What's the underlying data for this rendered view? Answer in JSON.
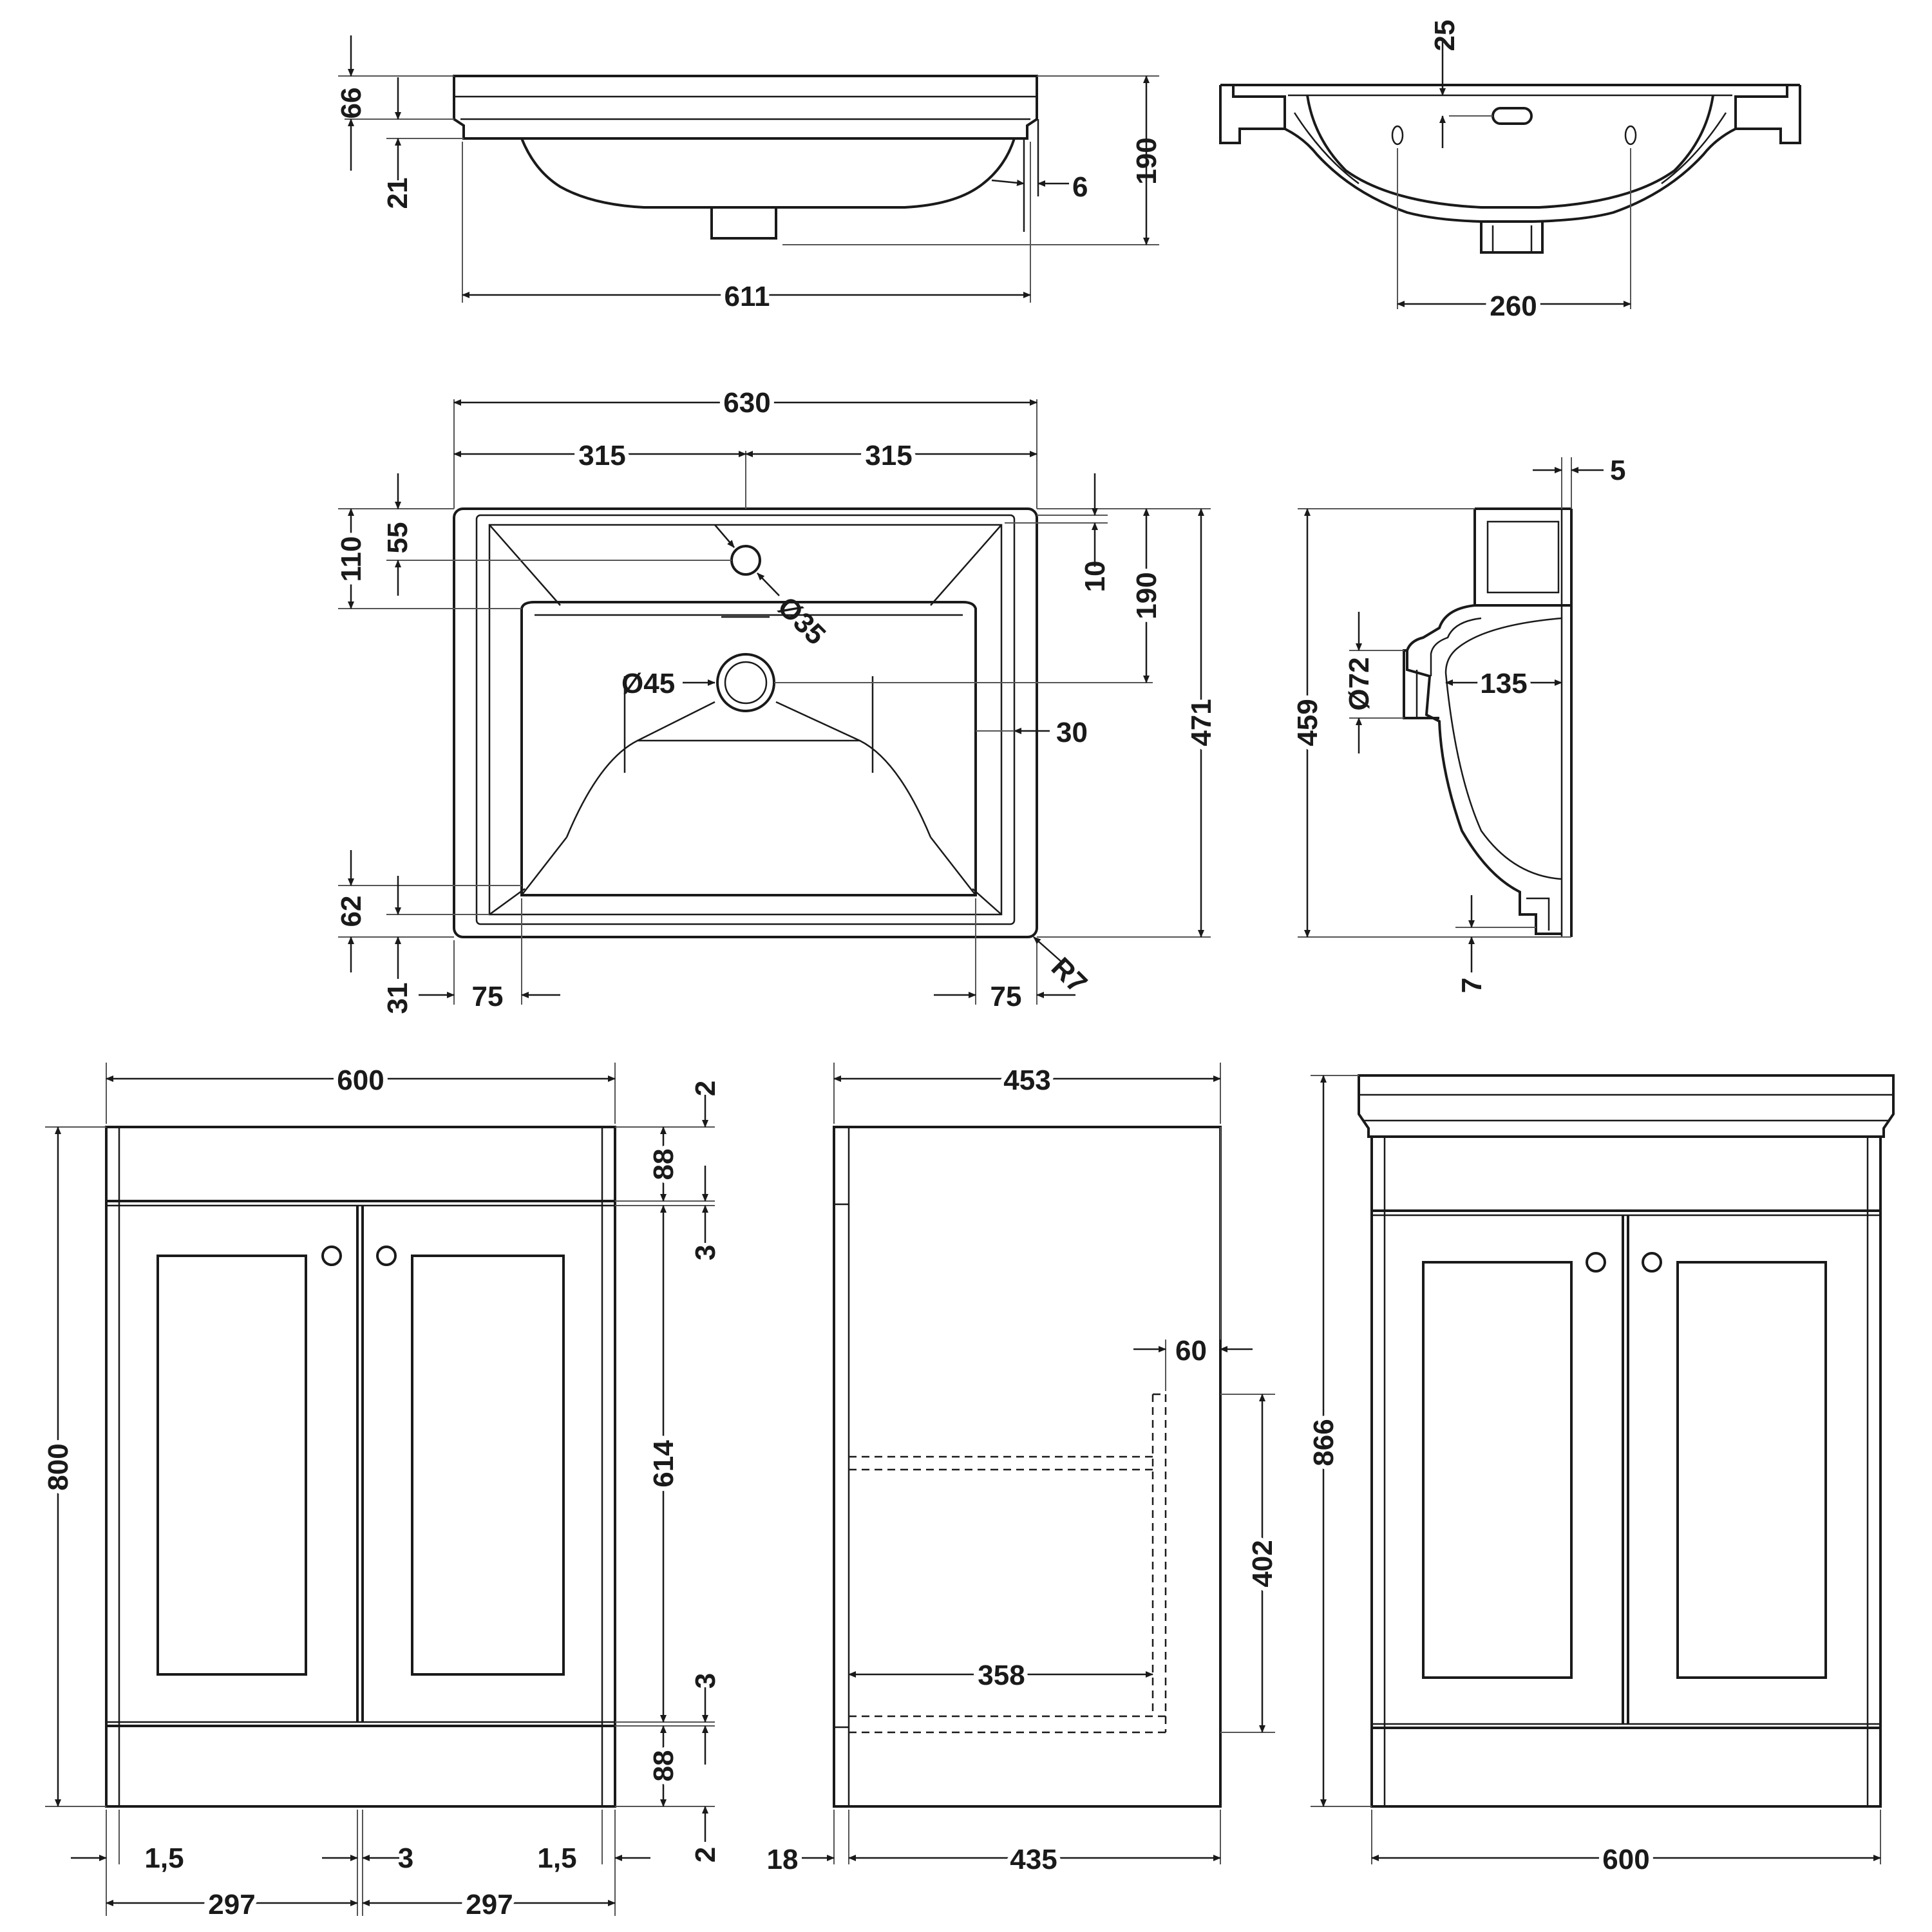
{
  "dimensions": {
    "basin_side": {
      "overflow_height": "66",
      "ledge": "21",
      "depth": "190",
      "rim": "6",
      "width": "611"
    },
    "basin_section": {
      "overflow_offset": "25",
      "tap_spacing": "260"
    },
    "basin_top": {
      "width": "630",
      "half_left": "315",
      "half_right": "315",
      "tap_hole_offset": "55",
      "bowl_offset": "110",
      "rim_offset": "10",
      "waste_offset": "190",
      "tap_hole_diameter": "Ø35",
      "waste_diameter": "Ø45",
      "side_rim": "30",
      "depth": "471",
      "front_rim": "62",
      "front_edge": "31",
      "corner_left": "75",
      "corner_right": "75",
      "radius": "R7"
    },
    "basin_profile": {
      "wall": "5",
      "height": "459",
      "waste_diameter": "Ø72",
      "waste_depth": "135",
      "lip": "7"
    },
    "cabinet_front": {
      "width": "600",
      "top_gap": "2",
      "top_rail": "88",
      "upper_gap": "3",
      "door_height": "614",
      "lower_gap": "3",
      "plinth": "88",
      "bottom_gap": "2",
      "height": "800",
      "side_left": "1,5",
      "center_gap": "3",
      "side_right": "1,5",
      "door_left": "297",
      "door_right": "297"
    },
    "cabinet_side": {
      "depth": "453",
      "shelf_setback": "60",
      "shelf_height": "402",
      "shelf_depth": "358",
      "back_panel": "18",
      "inner_depth": "435"
    },
    "assembly_front": {
      "height": "866",
      "width": "600"
    }
  }
}
